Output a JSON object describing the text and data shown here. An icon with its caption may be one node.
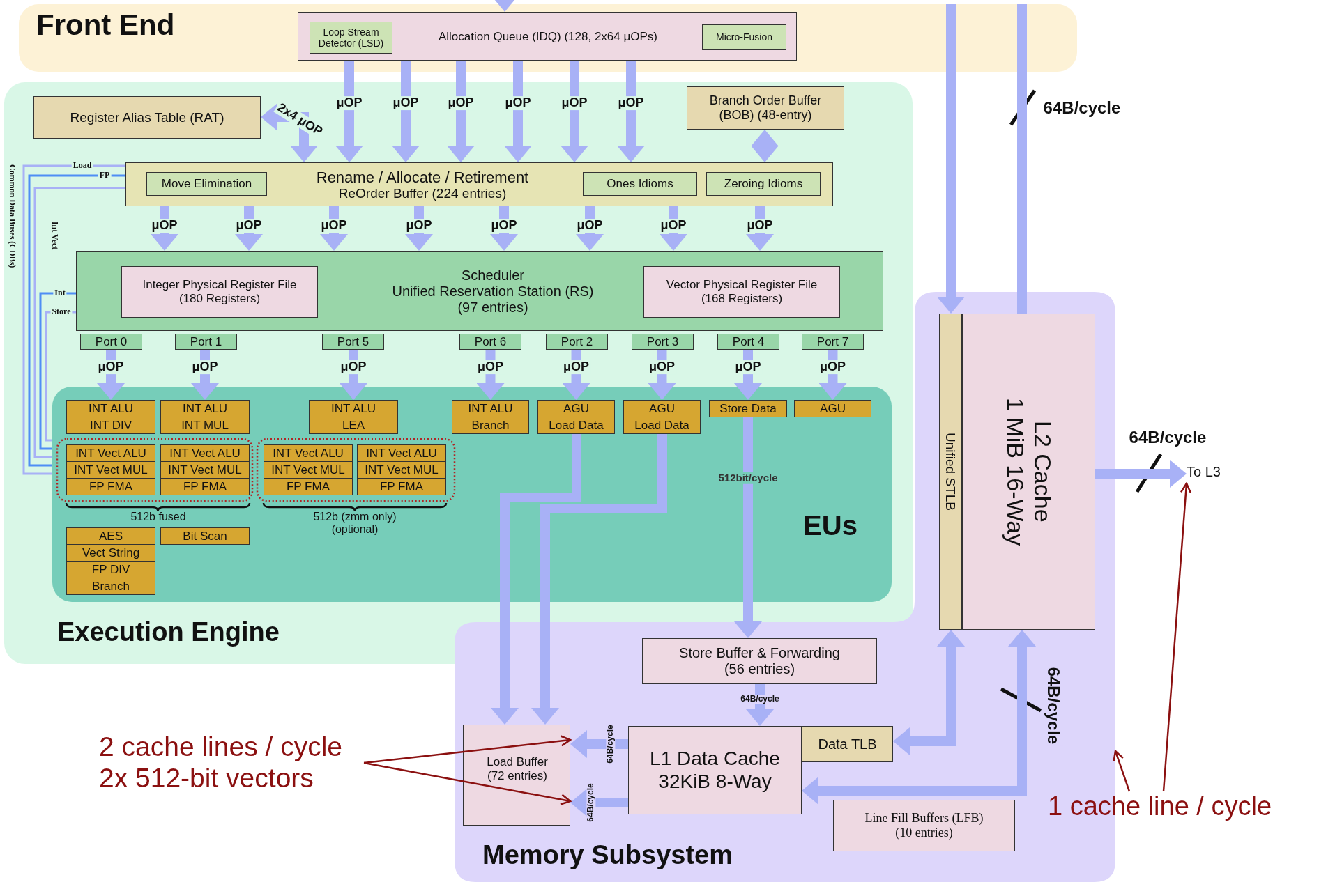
{
  "diagram": {
    "nodes": [
      {
        "text": [
          "Front End"
        ]
      },
      {
        "text": [
          "Allocation Queue (IDQ) (128, 2x64 μOPs)"
        ],
        "in": 0
      },
      {
        "text": [
          "Loop Stream Detector (LSD)"
        ],
        "in": 1
      },
      {
        "text": [
          "Micro-Fusion"
        ],
        "in": 1
      },
      {
        "text": [
          "Execution Engine"
        ]
      },
      {
        "text": [
          "Register Alias Table (RAT)"
        ],
        "in": 4
      },
      {
        "text": [
          "Branch Order Buffer (BOB) (48-entry)"
        ],
        "in": 4
      },
      {
        "text": [
          "Rename / Allocate / Retirement",
          "ReOrder Buffer (224 entries)"
        ],
        "in": 4
      },
      {
        "text": [
          "Move Elimination"
        ],
        "in": 7
      },
      {
        "text": [
          "Ones Idioms"
        ],
        "in": 7
      },
      {
        "text": [
          "Zeroing Idioms"
        ],
        "in": 7
      },
      {
        "text": [
          "Scheduler",
          "Unified Reservation Station (RS) (97 entries)"
        ],
        "in": 4
      },
      {
        "text": [
          "Integer Physical Register File (180 Registers)"
        ],
        "in": 11
      },
      {
        "text": [
          "Vector Physical Register File (168 Registers)"
        ],
        "in": 11
      },
      {
        "text": [
          "Port 0"
        ],
        "in": 4
      },
      {
        "text": [
          "Port 1"
        ],
        "in": 4
      },
      {
        "text": [
          "Port 5"
        ],
        "in": 4
      },
      {
        "text": [
          "Port 6"
        ],
        "in": 4
      },
      {
        "text": [
          "Port 2"
        ],
        "in": 4
      },
      {
        "text": [
          "Port 3"
        ],
        "in": 4
      },
      {
        "text": [
          "Port 4"
        ],
        "in": 4
      },
      {
        "text": [
          "Port 7"
        ],
        "in": 4
      },
      {
        "text": [
          "EUs"
        ],
        "in": 4
      },
      {
        "text": [
          "INT ALU"
        ],
        "in": 22
      },
      {
        "text": [
          "INT DIV"
        ],
        "in": 22
      },
      {
        "text": [
          "INT ALU"
        ],
        "in": 22
      },
      {
        "text": [
          "INT MUL"
        ],
        "in": 22
      },
      {
        "text": [
          "INT ALU"
        ],
        "in": 22
      },
      {
        "text": [
          "LEA"
        ],
        "in": 22
      },
      {
        "text": [
          "INT ALU"
        ],
        "in": 22
      },
      {
        "text": [
          "Branch"
        ],
        "in": 22
      },
      {
        "text": [
          "AGU"
        ],
        "in": 22
      },
      {
        "text": [
          "Load Data"
        ],
        "in": 22
      },
      {
        "text": [
          "AGU"
        ],
        "in": 22
      },
      {
        "text": [
          "Load Data"
        ],
        "in": 22
      },
      {
        "text": [
          "Store Data"
        ],
        "in": 22
      },
      {
        "text": [
          "AGU"
        ],
        "in": 22
      },
      {
        "text": [
          "INT Vect ALU"
        ],
        "in": 22
      },
      {
        "text": [
          "INT Vect MUL"
        ],
        "in": 22
      },
      {
        "text": [
          "FP FMA"
        ],
        "in": 22
      },
      {
        "text": [
          "INT Vect ALU"
        ],
        "in": 22
      },
      {
        "text": [
          "INT Vect MUL"
        ],
        "in": 22
      },
      {
        "text": [
          "FP FMA"
        ],
        "in": 22
      },
      {
        "text": [
          "INT Vect ALU"
        ],
        "in": 22
      },
      {
        "text": [
          "INT Vect MUL"
        ],
        "in": 22
      },
      {
        "text": [
          "FP FMA"
        ],
        "in": 22
      },
      {
        "text": [
          "INT Vect ALU"
        ],
        "in": 22
      },
      {
        "text": [
          "INT Vect MUL"
        ],
        "in": 22
      },
      {
        "text": [
          "FP FMA"
        ],
        "in": 22
      },
      {
        "text": [
          "AES"
        ],
        "in": 22
      },
      {
        "text": [
          "Vect String"
        ],
        "in": 22
      },
      {
        "text": [
          "FP DIV"
        ],
        "in": 22
      },
      {
        "text": [
          "Branch"
        ],
        "in": 22
      },
      {
        "text": [
          "Bit Scan"
        ],
        "in": 22
      },
      {
        "text": [
          "Memory Subsystem"
        ]
      },
      {
        "text": [
          "Unified STLB"
        ],
        "in": 54
      },
      {
        "text": [
          "L2 Cache",
          "1 MiB 16-Way"
        ],
        "in": 54
      },
      {
        "text": [
          "Store Buffer & Forwarding (56 entries)"
        ],
        "in": 54
      },
      {
        "text": [
          "Load Buffer (72 entries)"
        ],
        "in": 54
      },
      {
        "text": [
          "L1 Data Cache 32KiB 8-Way"
        ],
        "in": 54
      },
      {
        "text": [
          "Data TLB"
        ],
        "in": 54
      },
      {
        "text": [
          "Line Fill Buffers (LFB) (10 entries)"
        ],
        "in": 54
      },
      {
        "text": [
          "To L3"
        ]
      },
      {
        "text": [
          "2 cache lines / cycle 2x 512-bit vectors"
        ]
      },
      {
        "text": [
          "1 cache line / cycle"
        ]
      }
    ],
    "edges": [
      {
        "from": null,
        "to": 1,
        "arrow": "to"
      },
      {
        "from": 1,
        "to": 7,
        "arrow": "to",
        "label": "μOP"
      },
      {
        "from": 1,
        "to": 7,
        "arrow": "to",
        "label": "μOP"
      },
      {
        "from": 1,
        "to": 7,
        "arrow": "to",
        "label": "μOP"
      },
      {
        "from": 1,
        "to": 7,
        "arrow": "to",
        "label": "μOP"
      },
      {
        "from": 1,
        "to": 7,
        "arrow": "to",
        "label": "μOP"
      },
      {
        "from": 1,
        "to": 7,
        "arrow": "to",
        "label": "μOP"
      },
      {
        "from": 5,
        "to": 7,
        "arrow": "both",
        "label": "2x4 μOP"
      },
      {
        "from": 6,
        "to": 7,
        "arrow": "both"
      },
      {
        "from": 7,
        "to": 11,
        "arrow": "to",
        "label": "μOP"
      },
      {
        "from": 7,
        "to": 11,
        "arrow": "to",
        "label": "μOP"
      },
      {
        "from": 7,
        "to": 11,
        "arrow": "to",
        "label": "μOP"
      },
      {
        "from": 7,
        "to": 11,
        "arrow": "to",
        "label": "μOP"
      },
      {
        "from": 7,
        "to": 11,
        "arrow": "to",
        "label": "μOP"
      },
      {
        "from": 7,
        "to": 11,
        "arrow": "to",
        "label": "μOP"
      },
      {
        "from": 7,
        "to": 11,
        "arrow": "to",
        "label": "μOP"
      },
      {
        "from": 7,
        "to": 11,
        "arrow": "to",
        "label": "μOP"
      },
      {
        "from": 14,
        "to": 23,
        "arrow": "to",
        "label": "μOP"
      },
      {
        "from": 15,
        "to": 25,
        "arrow": "to",
        "label": "μOP"
      },
      {
        "from": 16,
        "to": 27,
        "arrow": "to",
        "label": "μOP"
      },
      {
        "from": 17,
        "to": 29,
        "arrow": "to",
        "label": "μOP"
      },
      {
        "from": 18,
        "to": 31,
        "arrow": "to",
        "label": "μOP"
      },
      {
        "from": 19,
        "to": 33,
        "arrow": "to",
        "label": "μOP"
      },
      {
        "from": 20,
        "to": 35,
        "arrow": "to",
        "label": "μOP"
      },
      {
        "from": 21,
        "to": 36,
        "arrow": "to",
        "label": "μOP"
      },
      {
        "from": 32,
        "to": 58,
        "arrow": "to"
      },
      {
        "from": 34,
        "to": 58,
        "arrow": "to"
      },
      {
        "from": 35,
        "to": 57,
        "arrow": "to",
        "label": "512bit/cycle"
      },
      {
        "from": 57,
        "to": 59,
        "arrow": "to",
        "label": "64B/cycle"
      },
      {
        "from": 59,
        "to": 58,
        "arrow": "to",
        "label": "64B/cycle"
      },
      {
        "from": 59,
        "to": 58,
        "arrow": "to",
        "label": "64B/cycle"
      },
      {
        "from": 55,
        "to": 60,
        "arrow": "both"
      },
      {
        "from": 56,
        "to": 59,
        "arrow": "both",
        "label": "64B/cycle"
      },
      {
        "from": 0,
        "to": 55,
        "arrow": "to"
      },
      {
        "from": 0,
        "to": 56,
        "arrow": "none",
        "label": "64B/cycle"
      },
      {
        "from": 56,
        "to": 62,
        "arrow": "to",
        "label": "64B/cycle"
      },
      {
        "from": 22,
        "to": 7,
        "arrow": "none",
        "label": "Load"
      },
      {
        "from": 22,
        "to": 7,
        "arrow": "none",
        "label": "FP",
        "color": "#4f8ef5"
      },
      {
        "from": 22,
        "to": 7,
        "arrow": "none",
        "label": "Int Vect"
      },
      {
        "from": 22,
        "to": 11,
        "arrow": "none",
        "label": "Int",
        "color": "#4f8ef5"
      },
      {
        "from": 22,
        "to": 11,
        "arrow": "none",
        "label": "Store"
      },
      {
        "from": 63,
        "to": 58,
        "arrow": "to",
        "color": "#8b1010"
      },
      {
        "from": 63,
        "to": 58,
        "arrow": "to",
        "color": "#8b1010"
      },
      {
        "from": 64,
        "to": 54,
        "arrow": "to",
        "color": "#8b1010"
      },
      {
        "from": 64,
        "to": 62,
        "arrow": "to",
        "color": "#8b1010"
      }
    ],
    "labels": [
      "Common Data Buses (CDBs)",
      "512b fused",
      "512b (zmm only) (optional)"
    ]
  }
}
